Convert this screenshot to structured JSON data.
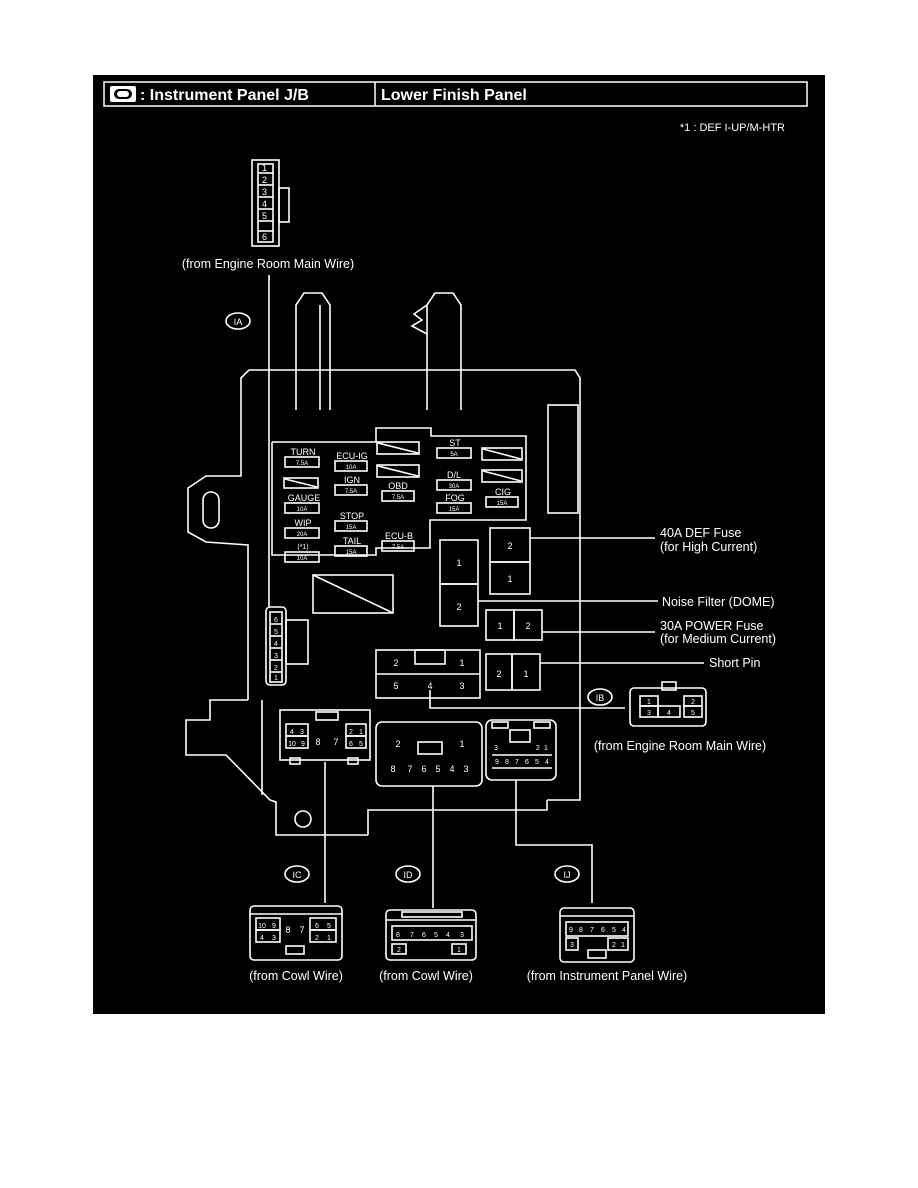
{
  "header": {
    "title": ": Instrument Panel J/B",
    "location": "Lower Finish Panel",
    "note": "*1 : DEF I-UP/M-HTR"
  },
  "connector_ids": {
    "ia": "IA",
    "ib": "IB",
    "ic": "IC",
    "id": "ID",
    "ij": "IJ"
  },
  "captions": {
    "ia_source": "(from Engine Room Main Wire)",
    "ib_source": "(from Engine Room Main Wire)",
    "ic_source": "(from Cowl Wire)",
    "id_source": "(from Cowl Wire)",
    "ij_source": "(from Instrument Panel Wire)"
  },
  "callouts": {
    "def_fuse_1": "40A DEF Fuse",
    "def_fuse_2": "(for High Current)",
    "noise_filter": "Noise Filter (DOME)",
    "power_fuse_1": "30A POWER Fuse",
    "power_fuse_2": "(for Medium Current)",
    "short_pin": "Short Pin"
  },
  "fuses": {
    "turn": {
      "name": "TURN",
      "rating": "7.5A"
    },
    "gauge": {
      "name": "GAUGE",
      "rating": "10A"
    },
    "wip": {
      "name": "WIP",
      "rating": "20A"
    },
    "plus1": {
      "name": "(*1)",
      "rating": "10A"
    },
    "ecuig": {
      "name": "ECU-IG",
      "rating": "10A"
    },
    "ign": {
      "name": "IGN",
      "rating": "7.5A"
    },
    "stop": {
      "name": "STOP",
      "rating": "15A"
    },
    "tail": {
      "name": "TAIL",
      "rating": "15A"
    },
    "obd": {
      "name": "OBD",
      "rating": "7.5A"
    },
    "ecub": {
      "name": "ECU-B",
      "rating": "7.5A"
    },
    "st": {
      "name": "ST",
      "rating": "5A"
    },
    "dl": {
      "name": "D/L",
      "rating": "30A"
    },
    "fog": {
      "name": "FOG",
      "rating": "15A"
    },
    "cig": {
      "name": "CIG",
      "rating": "15A"
    }
  },
  "pins": {
    "ia": [
      "1",
      "2",
      "3",
      "4",
      "5",
      "6"
    ],
    "ia_side": [
      "6",
      "5",
      "4",
      "3",
      "2",
      "1"
    ],
    "ib_top": [
      "1",
      "2"
    ],
    "ib_bottom": [
      "3",
      "4",
      "5"
    ],
    "ic_top": [
      "4",
      "3",
      "2",
      "1"
    ],
    "ic_mid": [
      "10",
      "9",
      "8",
      "7",
      "6",
      "5"
    ],
    "id_top": [
      "2",
      "1"
    ],
    "id_bottom": [
      "8",
      "7",
      "6",
      "5",
      "4",
      "3"
    ],
    "ij_top": [
      "3",
      "2",
      "1"
    ],
    "ij_bottom": [
      "9",
      "8",
      "7",
      "6",
      "5",
      "4"
    ],
    "big_relay": [
      "2",
      "1",
      "2"
    ],
    "def_fuse": [
      "2",
      "1"
    ],
    "power_fuse": [
      "1",
      "2"
    ],
    "short_pin": [
      "2",
      "1"
    ],
    "ib_socket_top": [
      "2",
      "1"
    ],
    "ib_socket_bottom": [
      "5",
      "4",
      "3"
    ],
    "ic_view_top": [
      "10",
      "9",
      "8",
      "7",
      "6",
      "5"
    ],
    "ic_view_bottom": [
      "4",
      "3",
      "2",
      "1"
    ],
    "id_view_top": [
      "8",
      "7",
      "6",
      "5",
      "4",
      "3"
    ],
    "id_view_bottom": [
      "2",
      "1"
    ],
    "ij_view_top": [
      "9",
      "8",
      "7",
      "6",
      "5",
      "4"
    ],
    "ij_view_bottom": [
      "3",
      "2",
      "1"
    ]
  },
  "colors": {
    "background": "#000000",
    "line": "#ffffff"
  }
}
